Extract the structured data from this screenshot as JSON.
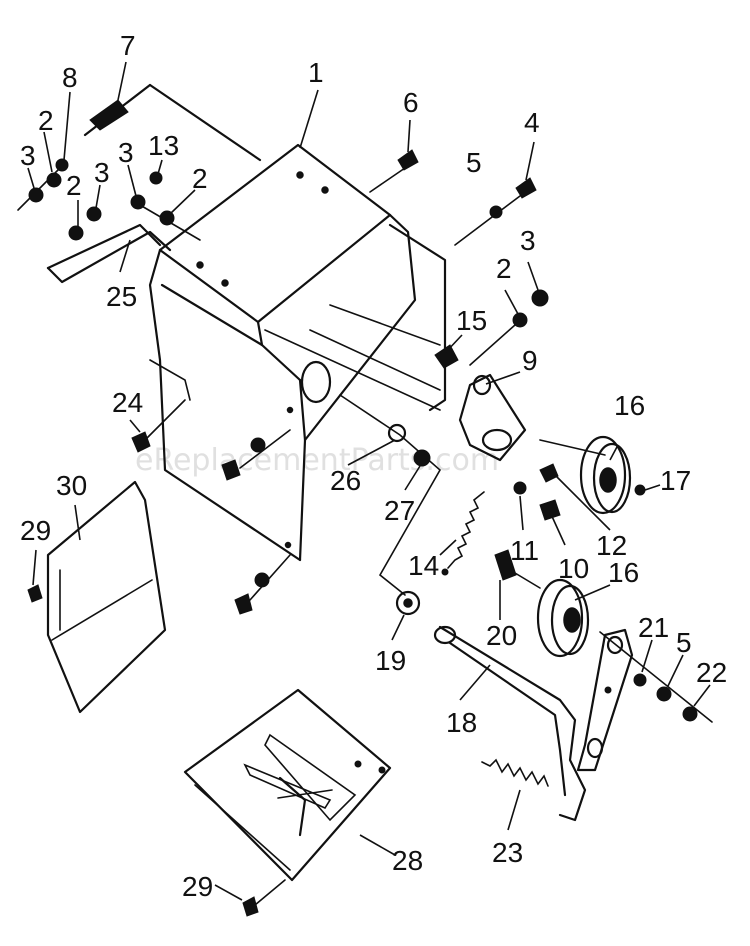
{
  "watermark": "eReplacementParts.com",
  "callouts": [
    {
      "id": "c1",
      "label": "1"
    },
    {
      "id": "c2a",
      "label": "2"
    },
    {
      "id": "c2b",
      "label": "2"
    },
    {
      "id": "c2c",
      "label": "2"
    },
    {
      "id": "c2d",
      "label": "2"
    },
    {
      "id": "c3a",
      "label": "3"
    },
    {
      "id": "c3b",
      "label": "3"
    },
    {
      "id": "c3c",
      "label": "3"
    },
    {
      "id": "c3d",
      "label": "3"
    },
    {
      "id": "c4",
      "label": "4"
    },
    {
      "id": "c5a",
      "label": "5"
    },
    {
      "id": "c5b",
      "label": "5"
    },
    {
      "id": "c6",
      "label": "6"
    },
    {
      "id": "c7",
      "label": "7"
    },
    {
      "id": "c8",
      "label": "8"
    },
    {
      "id": "c9",
      "label": "9"
    },
    {
      "id": "c10",
      "label": "10"
    },
    {
      "id": "c11",
      "label": "11"
    },
    {
      "id": "c12",
      "label": "12"
    },
    {
      "id": "c13",
      "label": "13"
    },
    {
      "id": "c14",
      "label": "14"
    },
    {
      "id": "c15",
      "label": "15"
    },
    {
      "id": "c16a",
      "label": "16"
    },
    {
      "id": "c16b",
      "label": "16"
    },
    {
      "id": "c17",
      "label": "17"
    },
    {
      "id": "c18",
      "label": "18"
    },
    {
      "id": "c19",
      "label": "19"
    },
    {
      "id": "c20",
      "label": "20"
    },
    {
      "id": "c21",
      "label": "21"
    },
    {
      "id": "c22",
      "label": "22"
    },
    {
      "id": "c23",
      "label": "23"
    },
    {
      "id": "c24",
      "label": "24"
    },
    {
      "id": "c25",
      "label": "25"
    },
    {
      "id": "c26",
      "label": "26"
    },
    {
      "id": "c27",
      "label": "27"
    },
    {
      "id": "c28",
      "label": "28"
    },
    {
      "id": "c29a",
      "label": "29"
    },
    {
      "id": "c29b",
      "label": "29"
    },
    {
      "id": "c30",
      "label": "30"
    }
  ]
}
